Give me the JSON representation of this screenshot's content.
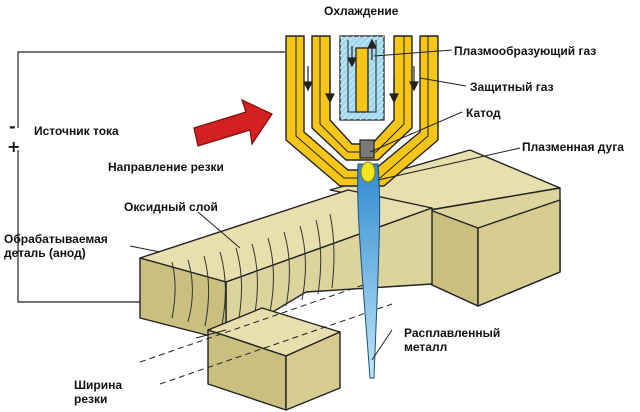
{
  "labels": {
    "cooling": "Охлаждение",
    "plasma_gas": "Плазмообразующий газ",
    "shield_gas": "Защитный газ",
    "cathode": "Катод",
    "plasma_arc": "Плазменная дуга",
    "power_source": "Источник тока",
    "cut_direction": "Направление резки",
    "oxide_layer": "Оксидный слой",
    "workpiece": "Обрабатываемая\nдеталь (анод)",
    "molten_metal": "Расплавленный\nметалл",
    "kerf_width": "Ширина\nрезки"
  },
  "polarity": {
    "minus": "-",
    "plus": "+"
  },
  "colors": {
    "torch_fill": "#f5c518",
    "coolant": "#9fd8ef",
    "workpiece_top": "#e8dfae",
    "workpiece_face": "#c9c080",
    "arrow": "#d42020",
    "arc_core": "#f2e51b",
    "arc_jet": "#5fb8e6"
  }
}
